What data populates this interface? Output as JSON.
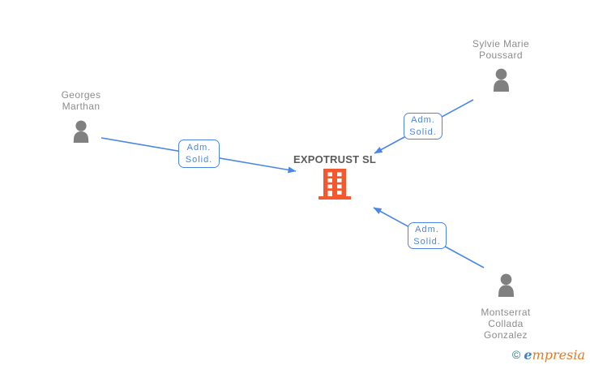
{
  "diagram": {
    "company": {
      "name": "EXPOTRUST SL"
    },
    "persons": [
      {
        "name_lines": [
          "Georges",
          "Marthan"
        ]
      },
      {
        "name_lines": [
          "Sylvie Marie",
          "Poussard"
        ]
      },
      {
        "name_lines": [
          "Montserrat",
          "Collada",
          "Gonzalez"
        ]
      }
    ],
    "edges": [
      {
        "from": "Georges Marthan",
        "to": "EXPOTRUST SL",
        "label_lines": [
          "Adm.",
          "Solid."
        ]
      },
      {
        "from": "Sylvie Marie Poussard",
        "to": "EXPOTRUST SL",
        "label_lines": [
          "Adm.",
          "Solid."
        ]
      },
      {
        "from": "Montserrat Collada Gonzalez",
        "to": "EXPOTRUST SL",
        "label_lines": [
          "Adm.",
          "Solid."
        ]
      }
    ],
    "colors": {
      "edge_blue": "#4A86E8",
      "person_gray": "#808080",
      "name_text_gray": "#8C8C8C",
      "company_text_gray": "#5B5B5B",
      "building_orange": "#F4582F"
    }
  },
  "watermark": {
    "copyright_symbol": "©",
    "brand_initial": "e",
    "brand_rest": "mpresia",
    "colors": {
      "teal": "#17818E",
      "blue": "#3D85C6",
      "orange": "#E87722"
    }
  }
}
